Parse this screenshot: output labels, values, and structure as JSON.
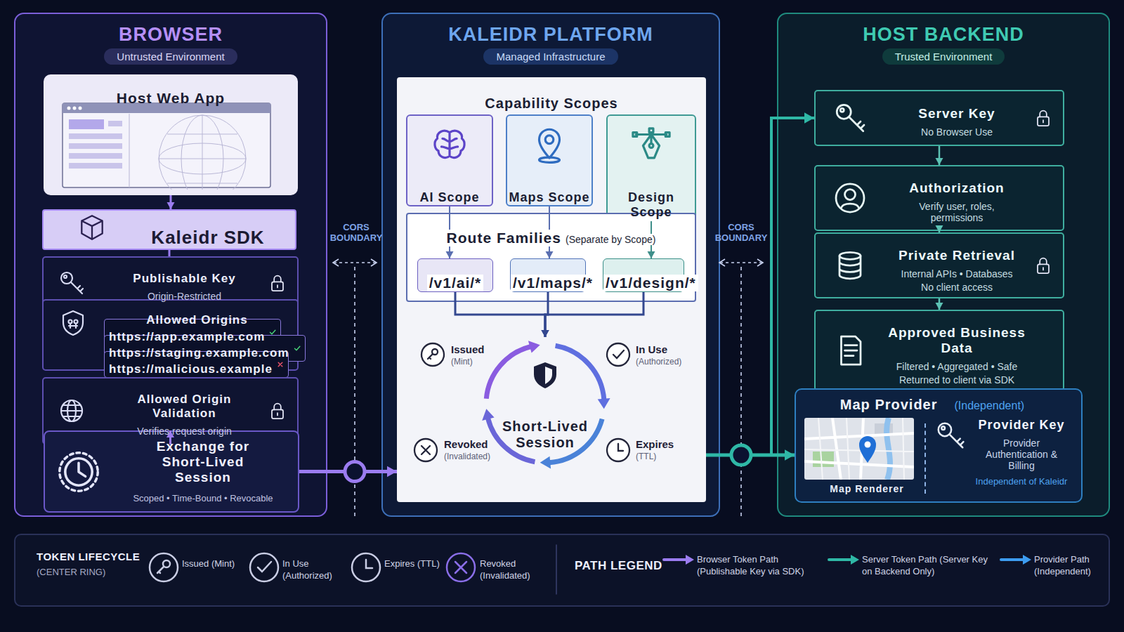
{
  "diagram": {
    "nodes": [
      {
        "text": [
          "BROWSER",
          "Untrusted Environment"
        ]
      },
      {
        "text": [
          "Host Web App"
        ],
        "in": 0
      },
      {
        "text": [
          "Kaleidr SDK"
        ],
        "in": 0
      },
      {
        "text": [
          "Publishable Key",
          "Origin-Restricted"
        ],
        "in": 0
      },
      {
        "text": [
          "Allowed Origins"
        ],
        "in": 0
      },
      {
        "text": [
          "https://app.example.com"
        ],
        "in": 4
      },
      {
        "text": [
          "https://staging.example.com"
        ],
        "in": 4
      },
      {
        "text": [
          "https://malicious.example"
        ],
        "in": 4
      },
      {
        "text": [
          "Allowed Origin Validation",
          "Verifies request origin"
        ],
        "in": 0
      },
      {
        "text": [
          "Exchange for Short-Lived Session",
          "Scoped • Time-Bound • Revocable"
        ],
        "in": 0
      },
      {
        "text": [
          "KALEIDR PLATFORM",
          "Managed Infrastructure"
        ]
      },
      {
        "text": [
          "Capability Scopes"
        ],
        "in": 10
      },
      {
        "text": [
          "AI Scope"
        ],
        "in": 11
      },
      {
        "text": [
          "Maps Scope"
        ],
        "in": 11
      },
      {
        "text": [
          "Design Scope"
        ],
        "in": 11
      },
      {
        "text": [
          "Route Families",
          "(Separate by Scope)"
        ],
        "in": 11
      },
      {
        "text": [
          "/v1/ai/*"
        ],
        "in": 15
      },
      {
        "text": [
          "/v1/maps/*"
        ],
        "in": 15
      },
      {
        "text": [
          "/v1/design/*"
        ],
        "in": 15
      },
      {
        "text": [
          "Short-Lived Session"
        ],
        "in": 11
      },
      {
        "text": [
          "HOST BACKEND",
          "Trusted Environment"
        ]
      },
      {
        "text": [
          "Server Key",
          "No Browser Use"
        ],
        "in": 20
      },
      {
        "text": [
          "Authorization",
          "Verify user, roles, permissions"
        ],
        "in": 20
      },
      {
        "text": [
          "Private Retrieval",
          "Internal APIs • Databases",
          "No client access"
        ],
        "in": 20
      },
      {
        "text": [
          "Approved Business Data",
          "Filtered • Aggregated • Safe",
          "Returned to client via SDK"
        ],
        "in": 20
      },
      {
        "text": [
          "Map Provider",
          "(Independent)"
        ],
        "in": 20
      },
      {
        "text": [
          "Map Renderer"
        ],
        "in": 25
      },
      {
        "text": [
          "Provider Key",
          "Provider Authentication & Billing",
          "Independent of Kaleidr"
        ],
        "in": 25
      }
    ],
    "edges": [
      {
        "from": 1,
        "to": 2,
        "arrow": "to"
      },
      {
        "from": 2,
        "to": 3,
        "arrow": "none"
      },
      {
        "from": 8,
        "to": 9,
        "arrow": "to"
      },
      {
        "from": 9,
        "to": 11,
        "arrow": "to"
      },
      {
        "from": 12,
        "to": 16,
        "arrow": "to"
      },
      {
        "from": 13,
        "to": 17,
        "arrow": "to"
      },
      {
        "from": 14,
        "to": 18,
        "arrow": "to"
      },
      {
        "from": 16,
        "to": 19,
        "arrow": "to"
      },
      {
        "from": 17,
        "to": 19,
        "arrow": "to"
      },
      {
        "from": 18,
        "to": 19,
        "arrow": "to"
      },
      {
        "from": 11,
        "to": 21,
        "arrow": "to"
      },
      {
        "from": 11,
        "to": 25,
        "arrow": "to"
      },
      {
        "from": 21,
        "to": 22,
        "arrow": "to"
      },
      {
        "from": 22,
        "to": 23,
        "arrow": "to"
      },
      {
        "from": 23,
        "to": 24,
        "arrow": "to"
      }
    ],
    "labels": [
      "CORS BOUNDARY",
      "CORS BOUNDARY",
      "Issued",
      "(Mint)",
      "In Use",
      "(Authorized)",
      "Revoked",
      "(Invalidated)",
      "Expires",
      "(TTL)",
      "TOKEN LIFECYCLE",
      "(CENTER RING)",
      "PATH LEGEND"
    ],
    "legend": [
      {
        "text": "Issued (Mint)"
      },
      {
        "text": "In Use (Authorized)"
      },
      {
        "text": "Expires (TTL)"
      },
      {
        "text": "Revoked (Invalidated)"
      },
      {
        "text": "Browser Token Path (Publishable Key via SDK)"
      },
      {
        "text": "Server Token Path (Server Key on Backend Only)"
      },
      {
        "text": "Provider Path (Independent)"
      }
    ]
  }
}
